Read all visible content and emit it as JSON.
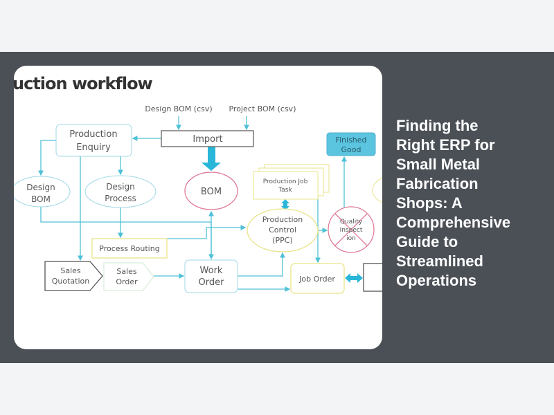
{
  "article": {
    "title": "Finding the Right ERP for Small Metal Fabrication Shops: A Comprehensive Guide to Streamlined Operations"
  },
  "diagram": {
    "heading": "uction workflow",
    "design_bom_csv": "Design BOM (csv)",
    "project_bom_csv": "Project BOM (csv)",
    "import": "Import",
    "production_enquiry": [
      "Production",
      "Enquiry"
    ],
    "design_bom": [
      "Design",
      "BOM"
    ],
    "design_process": [
      "Design",
      "Process"
    ],
    "bom": "BOM",
    "production_job_task": [
      "Production Job",
      "Task"
    ],
    "production_control": [
      "Production",
      "Control",
      "(PPC)"
    ],
    "quality_inspection": [
      "Quality",
      "Inspect",
      "ion"
    ],
    "finished_good": [
      "Finished",
      "Good"
    ],
    "process_routing": "Process Routing",
    "sales_quotation": [
      "Sales",
      "Quotation"
    ],
    "sales_order": [
      "Sales",
      "Order"
    ],
    "work_order": [
      "Work",
      "Order"
    ],
    "job_order": "Job Order",
    "colors": {
      "line": "#4fc1d6",
      "pink": "#e07a95",
      "yellow": "#e9e38a",
      "finished_fill": "#5bc4df"
    }
  }
}
